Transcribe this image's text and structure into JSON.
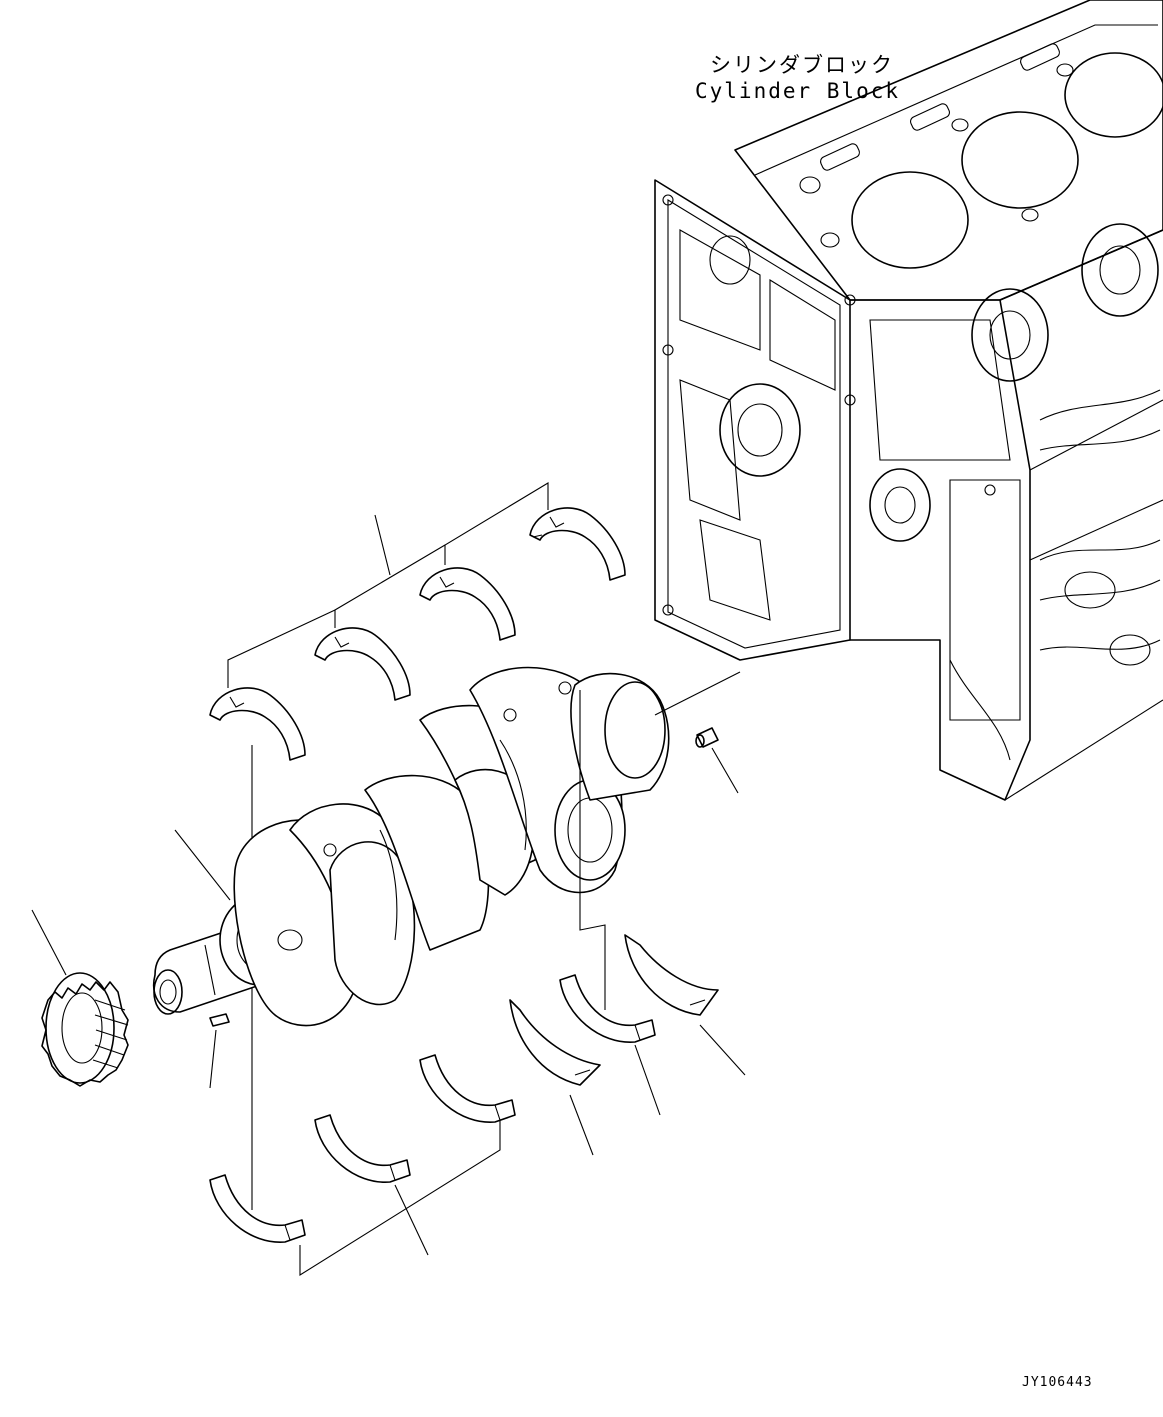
{
  "labels": {
    "cylinder_block_jp": "シリンダブロック",
    "cylinder_block_en": "Cylinder Block",
    "drawing_id": "JY106443"
  },
  "colors": {
    "line": "#000000",
    "background": "#ffffff"
  }
}
